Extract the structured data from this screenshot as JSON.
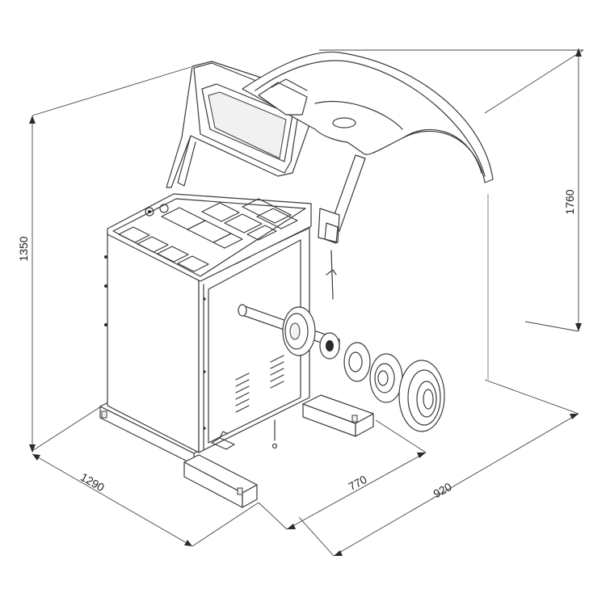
{
  "dimensions": {
    "height_closed": "1350",
    "height_open": "1760",
    "depth": "1290",
    "width_base": "770",
    "width_total": "920"
  }
}
